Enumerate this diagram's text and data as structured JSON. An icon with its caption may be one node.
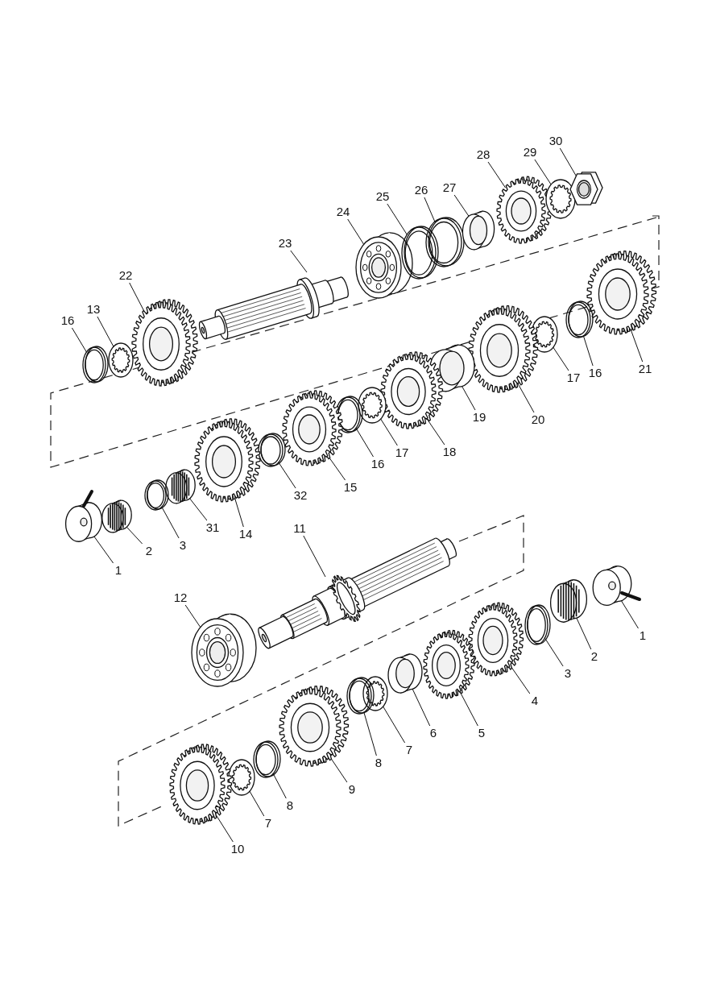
{
  "diagram": {
    "nodes": [
      {
        "text": [
          "16"
        ]
      },
      {
        "text": [],
        "shape": "ring"
      },
      {
        "text": [
          "13"
        ]
      },
      {
        "text": [],
        "shape": "washer"
      },
      {
        "text": [
          "22"
        ]
      },
      {
        "text": [],
        "shape": "gear"
      },
      {
        "text": [
          "23"
        ]
      },
      {
        "text": [],
        "shape": "shaft"
      },
      {
        "text": [
          "24"
        ]
      },
      {
        "text": [],
        "shape": "bearing"
      },
      {
        "text": [
          "25"
        ]
      },
      {
        "text": [],
        "shape": "ring"
      },
      {
        "text": [
          "26"
        ]
      },
      {
        "text": [],
        "shape": "ring"
      },
      {
        "text": [
          "27"
        ]
      },
      {
        "text": [],
        "shape": "bush"
      },
      {
        "text": [
          "28"
        ]
      },
      {
        "text": [],
        "shape": "gear"
      },
      {
        "text": [
          "29"
        ]
      },
      {
        "text": [],
        "shape": "washer"
      },
      {
        "text": [
          "30"
        ]
      },
      {
        "text": [],
        "shape": "nut"
      },
      {
        "text": [
          "21"
        ]
      },
      {
        "text": [],
        "shape": "gear"
      },
      {
        "text": [
          "16"
        ]
      },
      {
        "text": [],
        "shape": "ring"
      },
      {
        "text": [
          "17"
        ]
      },
      {
        "text": [],
        "shape": "washer"
      },
      {
        "text": [
          "20"
        ]
      },
      {
        "text": [],
        "shape": "gear"
      },
      {
        "text": [
          "19"
        ]
      },
      {
        "text": [],
        "shape": "bush"
      },
      {
        "text": [
          "18"
        ]
      },
      {
        "text": [],
        "shape": "gear"
      },
      {
        "text": [
          "17"
        ]
      },
      {
        "text": [],
        "shape": "washer"
      },
      {
        "text": [
          "16"
        ]
      },
      {
        "text": [],
        "shape": "ring"
      },
      {
        "text": [
          "15"
        ]
      },
      {
        "text": [],
        "shape": "gear"
      },
      {
        "text": [
          "32"
        ]
      },
      {
        "text": [],
        "shape": "ring"
      },
      {
        "text": [
          "14"
        ]
      },
      {
        "text": [],
        "shape": "gear"
      },
      {
        "text": [
          "31"
        ]
      },
      {
        "text": [],
        "shape": "cage"
      },
      {
        "text": [
          "3"
        ]
      },
      {
        "text": [],
        "shape": "ring"
      },
      {
        "text": [
          "2"
        ]
      },
      {
        "text": [],
        "shape": "cage"
      },
      {
        "text": [
          "1"
        ]
      },
      {
        "text": [],
        "shape": "cylinder"
      },
      {
        "text": [
          "11"
        ]
      },
      {
        "text": [],
        "shape": "shaft"
      },
      {
        "text": [
          "12"
        ]
      },
      {
        "text": [],
        "shape": "bearing"
      },
      {
        "text": [
          "1"
        ]
      },
      {
        "text": [],
        "shape": "cylinder"
      },
      {
        "text": [
          "2"
        ]
      },
      {
        "text": [],
        "shape": "cage"
      },
      {
        "text": [
          "3"
        ]
      },
      {
        "text": [],
        "shape": "ring"
      },
      {
        "text": [
          "4"
        ]
      },
      {
        "text": [],
        "shape": "gear"
      },
      {
        "text": [
          "5"
        ]
      },
      {
        "text": [],
        "shape": "gear"
      },
      {
        "text": [
          "6"
        ]
      },
      {
        "text": [],
        "shape": "bush"
      },
      {
        "text": [
          "7"
        ]
      },
      {
        "text": [],
        "shape": "washer"
      },
      {
        "text": [
          "8"
        ]
      },
      {
        "text": [],
        "shape": "ring"
      },
      {
        "text": [
          "9"
        ]
      },
      {
        "text": [],
        "shape": "gear"
      },
      {
        "text": [
          "8"
        ]
      },
      {
        "text": [],
        "shape": "ring"
      },
      {
        "text": [
          "7"
        ]
      },
      {
        "text": [],
        "shape": "washer"
      },
      {
        "text": [
          "10"
        ]
      },
      {
        "text": [],
        "shape": "gear"
      }
    ],
    "edges": [
      {
        "from": 0,
        "to": 1,
        "arrow": "none"
      },
      {
        "from": 2,
        "to": 3,
        "arrow": "none"
      },
      {
        "from": 4,
        "to": 5,
        "arrow": "none"
      },
      {
        "from": 6,
        "to": 7,
        "arrow": "none"
      },
      {
        "from": 8,
        "to": 9,
        "arrow": "none"
      },
      {
        "from": 10,
        "to": 11,
        "arrow": "none"
      },
      {
        "from": 12,
        "to": 13,
        "arrow": "none"
      },
      {
        "from": 14,
        "to": 15,
        "arrow": "none"
      },
      {
        "from": 16,
        "to": 17,
        "arrow": "none"
      },
      {
        "from": 18,
        "to": 19,
        "arrow": "none"
      },
      {
        "from": 20,
        "to": 21,
        "arrow": "none"
      },
      {
        "from": 22,
        "to": 23,
        "arrow": "none"
      },
      {
        "from": 24,
        "to": 25,
        "arrow": "none"
      },
      {
        "from": 26,
        "to": 27,
        "arrow": "none"
      },
      {
        "from": 28,
        "to": 29,
        "arrow": "none"
      },
      {
        "from": 30,
        "to": 31,
        "arrow": "none"
      },
      {
        "from": 32,
        "to": 33,
        "arrow": "none"
      },
      {
        "from": 34,
        "to": 35,
        "arrow": "none"
      },
      {
        "from": 36,
        "to": 37,
        "arrow": "none"
      },
      {
        "from": 38,
        "to": 39,
        "arrow": "none"
      },
      {
        "from": 40,
        "to": 41,
        "arrow": "none"
      },
      {
        "from": 42,
        "to": 43,
        "arrow": "none"
      },
      {
        "from": 44,
        "to": 45,
        "arrow": "none"
      },
      {
        "from": 46,
        "to": 47,
        "arrow": "none"
      },
      {
        "from": 48,
        "to": 49,
        "arrow": "none"
      },
      {
        "from": 50,
        "to": 51,
        "arrow": "none"
      },
      {
        "from": 52,
        "to": 53,
        "arrow": "none"
      },
      {
        "from": 54,
        "to": 55,
        "arrow": "none"
      },
      {
        "from": 56,
        "to": 57,
        "arrow": "none"
      },
      {
        "from": 58,
        "to": 59,
        "arrow": "none"
      },
      {
        "from": 60,
        "to": 61,
        "arrow": "none"
      },
      {
        "from": 62,
        "to": 63,
        "arrow": "none"
      },
      {
        "from": 64,
        "to": 65,
        "arrow": "none"
      },
      {
        "from": 66,
        "to": 67,
        "arrow": "none"
      },
      {
        "from": 68,
        "to": 69,
        "arrow": "none"
      },
      {
        "from": 70,
        "to": 71,
        "arrow": "none"
      },
      {
        "from": 72,
        "to": 73,
        "arrow": "none"
      },
      {
        "from": 74,
        "to": 75,
        "arrow": "none"
      },
      {
        "from": 76,
        "to": 77,
        "arrow": "none"
      },
      {
        "from": 78,
        "to": 79,
        "arrow": "none"
      }
    ]
  }
}
